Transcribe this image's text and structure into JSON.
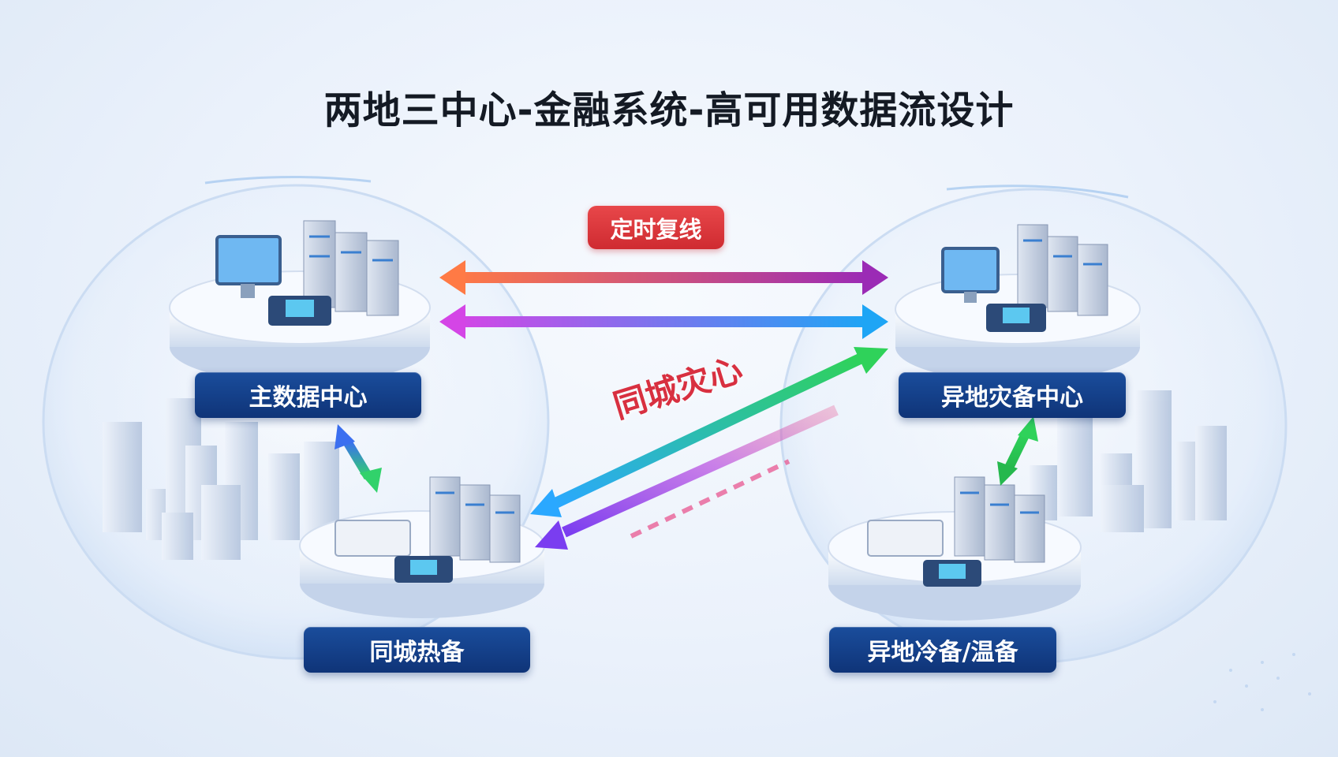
{
  "title": "两地三中心-金融系统-高可用数据流设计",
  "badge": {
    "label": "定时复线",
    "color": "#d9353a"
  },
  "diagonal_label": "同城灾心",
  "nodes": [
    {
      "id": "primary",
      "label": "主数据中心"
    },
    {
      "id": "remote_dr",
      "label": "异地灾备中心"
    },
    {
      "id": "same_city_hot",
      "label": "同城热备"
    },
    {
      "id": "remote_cold",
      "label": "异地冷备/温备"
    }
  ],
  "links": [
    {
      "from": "primary",
      "to": "remote_dr",
      "type": "bidirectional",
      "gradient": [
        "#ff7a45",
        "#9b2bb5"
      ]
    },
    {
      "from": "primary",
      "to": "remote_dr",
      "type": "bidirectional",
      "gradient": [
        "#d445e6",
        "#1ea5f5"
      ]
    },
    {
      "from": "same_city_hot",
      "to": "remote_dr",
      "type": "bidirectional",
      "gradient": [
        "#2aa8ff",
        "#2fd25a"
      ]
    },
    {
      "from": "remote_dr",
      "to": "same_city_hot",
      "type": "one-way",
      "gradient": [
        "#e84d8a",
        "#7a3df0"
      ]
    },
    {
      "from": "primary",
      "to": "same_city_hot",
      "type": "bidirectional",
      "gradient": [
        "#3b6ff0",
        "#31d26b"
      ]
    },
    {
      "from": "remote_dr",
      "to": "remote_cold",
      "type": "bidirectional",
      "gradient": [
        "#2fd25a",
        "#2fd25a"
      ]
    }
  ],
  "colors": {
    "label_bg": "#133f8c",
    "title": "#141a24"
  },
  "icons": [
    "server-rack-icon",
    "monitor-icon",
    "chip-icon",
    "city-building-icon"
  ]
}
